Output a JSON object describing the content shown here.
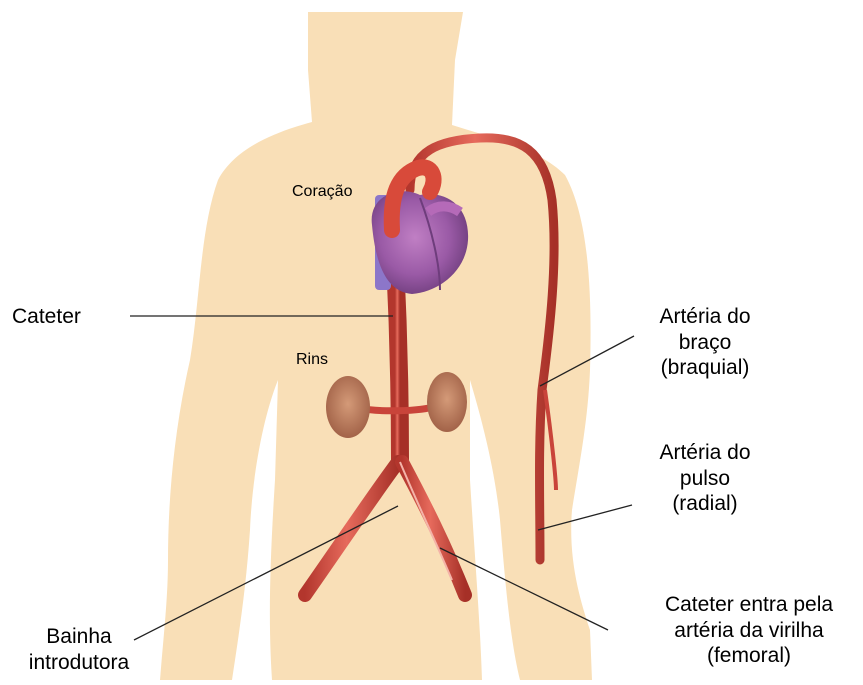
{
  "labels": {
    "coracao": "Coração",
    "rins": "Rins",
    "cateter": "Cateter",
    "arteria_braco": [
      "Artéria do",
      "braço",
      "(braquial)"
    ],
    "arteria_pulso": [
      "Artéria do",
      "pulso",
      "(radial)"
    ],
    "bainha": [
      "Bainha",
      "introdutora"
    ],
    "cateter_entra": [
      "Cateter entra pela",
      "artéria da virilha",
      "(femoral)"
    ]
  },
  "colors": {
    "body": "#f9dfb7",
    "artery": "#c9443a",
    "artery_highlight": "#f08d7f",
    "heart": "#9a5aa6",
    "vein": "#8c76c9",
    "kidney": "#b9785a",
    "leader_line": "#222222"
  }
}
